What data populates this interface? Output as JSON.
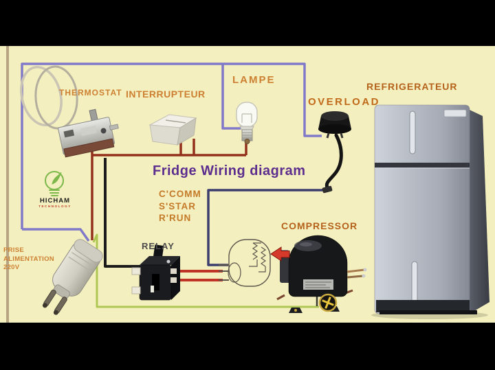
{
  "title": "Fridge Wiring diagram",
  "legend": {
    "line1": "C'COMM",
    "line2": "S'STAR",
    "line3": "R'RUN"
  },
  "labels": {
    "thermostat": "THERMOSTAT",
    "interrupteur": "INTERRUPTEUR",
    "lampe": "LAMPE",
    "overload": "OVERLOAD",
    "refrigerateur": "REFRIGERATEUR",
    "compressor": "COMPRESSOR",
    "relay": "RELAY",
    "prise_line1": "PRISE",
    "prise_line2": "ALIMENTATION",
    "prise_line3": "220V"
  },
  "logo": {
    "name": "HICHAM",
    "subtitle": "TECHNOLOGY"
  },
  "colors": {
    "background": "#f4efbe",
    "letterbox": "#000000",
    "wire_purple": "#8078c8",
    "wire_navy": "#3b3d6e",
    "wire_dark_red": "#93301c",
    "wire_bright_red": "#c03427",
    "wire_black": "#1b1b1b",
    "wire_green": "#aec752",
    "label_orange": "#cd8032",
    "label_deep_orange": "#b4621c",
    "title_purple": "#5b2d8e",
    "logo_green": "#7cb84a"
  }
}
